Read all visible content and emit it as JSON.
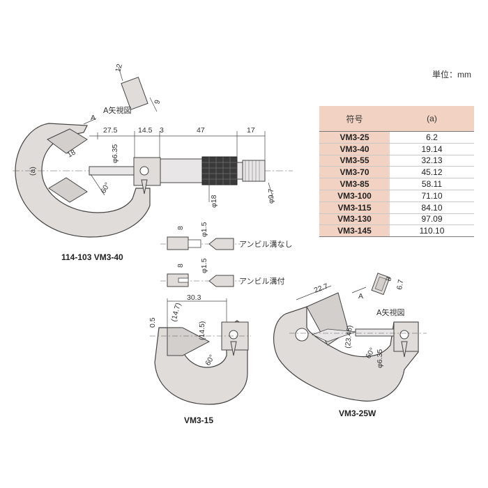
{
  "unit_label": "単位：mm",
  "table": {
    "header_code": "符号",
    "header_value": "(a)",
    "rows": [
      {
        "code": "VM3-25",
        "value": "6.2"
      },
      {
        "code": "VM3-40",
        "value": "19.14"
      },
      {
        "code": "VM3-55",
        "value": "32.13"
      },
      {
        "code": "VM3-70",
        "value": "45.12"
      },
      {
        "code": "VM3-85",
        "value": "58.11"
      },
      {
        "code": "VM3-100",
        "value": "71.10"
      },
      {
        "code": "VM3-115",
        "value": "84.10"
      },
      {
        "code": "VM3-130",
        "value": "97.09"
      },
      {
        "code": "VM3-145",
        "value": "110.10"
      }
    ]
  },
  "models": {
    "main": "114-103 VM3-40",
    "small": "VM3-15",
    "wide": "VM3-25W"
  },
  "dims": {
    "a_view": "A矢視図",
    "a_arrow": "A",
    "d12": "12",
    "d9": "9",
    "d27_5": "27.5",
    "d14_5": "14.5",
    "d3": "3",
    "d47": "47",
    "d17": "17",
    "d18": "18",
    "phi6_35": "φ6.35",
    "a_mark": "(a)",
    "ang60": "60°",
    "phi18": "φ18",
    "phi9_7": "φ9.7",
    "d8": "8",
    "phi1_5": "φ1.5",
    "anvil_no_groove": "アンビル溝なし",
    "anvil_groove": "アンビル溝付",
    "d30_3": "30.3",
    "d14_7": "(14.7)",
    "d14_5p": "(14.5)",
    "d0_5": "0.5",
    "d22_7": "22.7",
    "d23_46": "(23.46)",
    "d6_7": "6.7",
    "d8b": "8"
  }
}
